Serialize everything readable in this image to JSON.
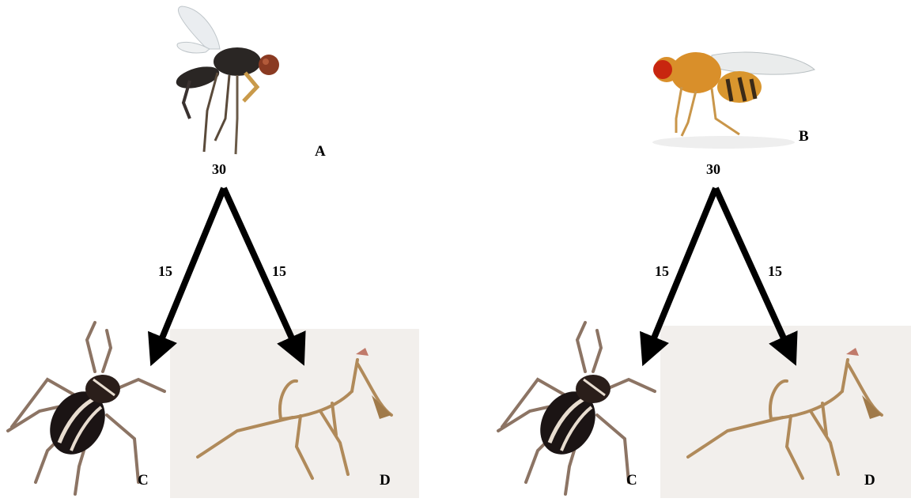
{
  "panels": [
    {
      "top": {
        "label": "A",
        "count": "30",
        "organism": "stalk-eyed fly"
      },
      "left_branch": {
        "count": "15",
        "label": "C",
        "organism": "jumping spider"
      },
      "right_branch": {
        "count": "15",
        "label": "D",
        "organism": "praying mantis"
      }
    },
    {
      "top": {
        "label": "B",
        "count": "30",
        "organism": "fruit fly"
      },
      "left_branch": {
        "count": "15",
        "label": "C",
        "organism": "jumping spider"
      },
      "right_branch": {
        "count": "15",
        "label": "D",
        "organism": "praying mantis"
      }
    }
  ],
  "colors": {
    "arrow": "#000000",
    "background": "#ffffff",
    "photo_background": "#f2efec",
    "fly_a_body": "#2a2624",
    "fly_a_head": "#8a3a22",
    "fly_b_body": "#d98f2a",
    "fly_b_eye": "#c8260f",
    "spider_body": "#1b1414",
    "spider_stripe": "#e8ddd0",
    "mantis_body": "#b08a5a"
  }
}
